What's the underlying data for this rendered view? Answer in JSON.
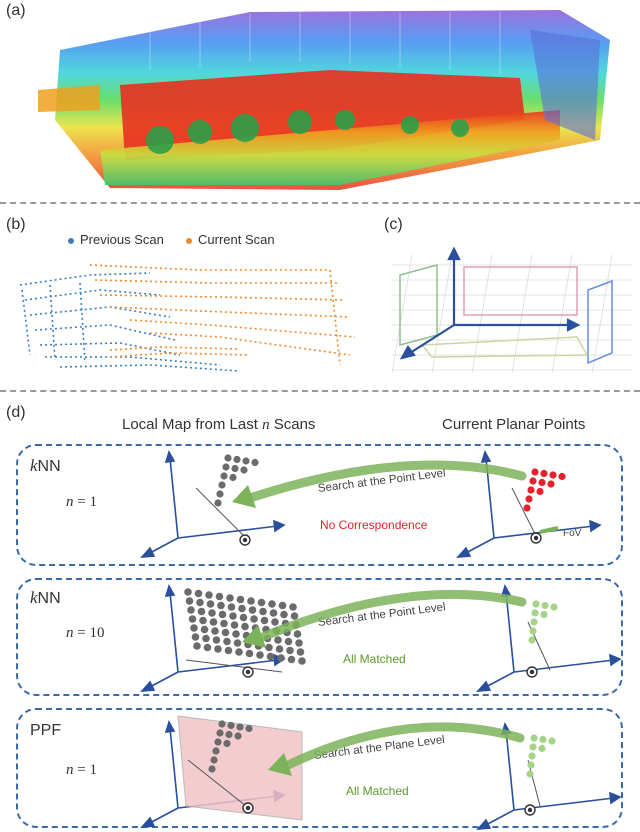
{
  "panels": {
    "a": {
      "label": "(a)"
    },
    "b": {
      "label": "(b)",
      "legend": [
        {
          "text": "Previous Scan",
          "color": "#3c7fc0"
        },
        {
          "text": "Current Scan",
          "color": "#f08a2e"
        }
      ]
    },
    "c": {
      "label": "(c)"
    },
    "d": {
      "label": "(d)",
      "col_left_prefix": "Local Map from Last ",
      "col_left_var": "n",
      "col_left_suffix": " Scans",
      "col_right": "Current Planar Points",
      "rows": [
        {
          "method_var": "k",
          "method_text": "NN",
          "n_var": "n",
          "n_eq": "= 1",
          "search": "Search at the Point Level",
          "status": "No Correspondence",
          "status_color": "#e8202a",
          "fov": "FoV"
        },
        {
          "method_var": "k",
          "method_text": "NN",
          "n_var": "n",
          "n_eq": "= 10",
          "search": "Search at the Point Level",
          "status": "All Matched",
          "status_color": "#5a9a2e"
        },
        {
          "method_var": "",
          "method_text": "PPF",
          "n_var": "n",
          "n_eq": "= 1",
          "search": "Search at the Plane Level",
          "status": "All Matched",
          "status_color": "#5a9a2e"
        }
      ]
    }
  },
  "colors": {
    "axis": "#2a4f9c",
    "map_dot": "#6b6b6b",
    "red_dot": "#e8202a",
    "green_dot": "#a5d38a",
    "arrow": "#7cb35a",
    "box_border": "#3b6aa8",
    "plane": "#f2c4c8"
  }
}
